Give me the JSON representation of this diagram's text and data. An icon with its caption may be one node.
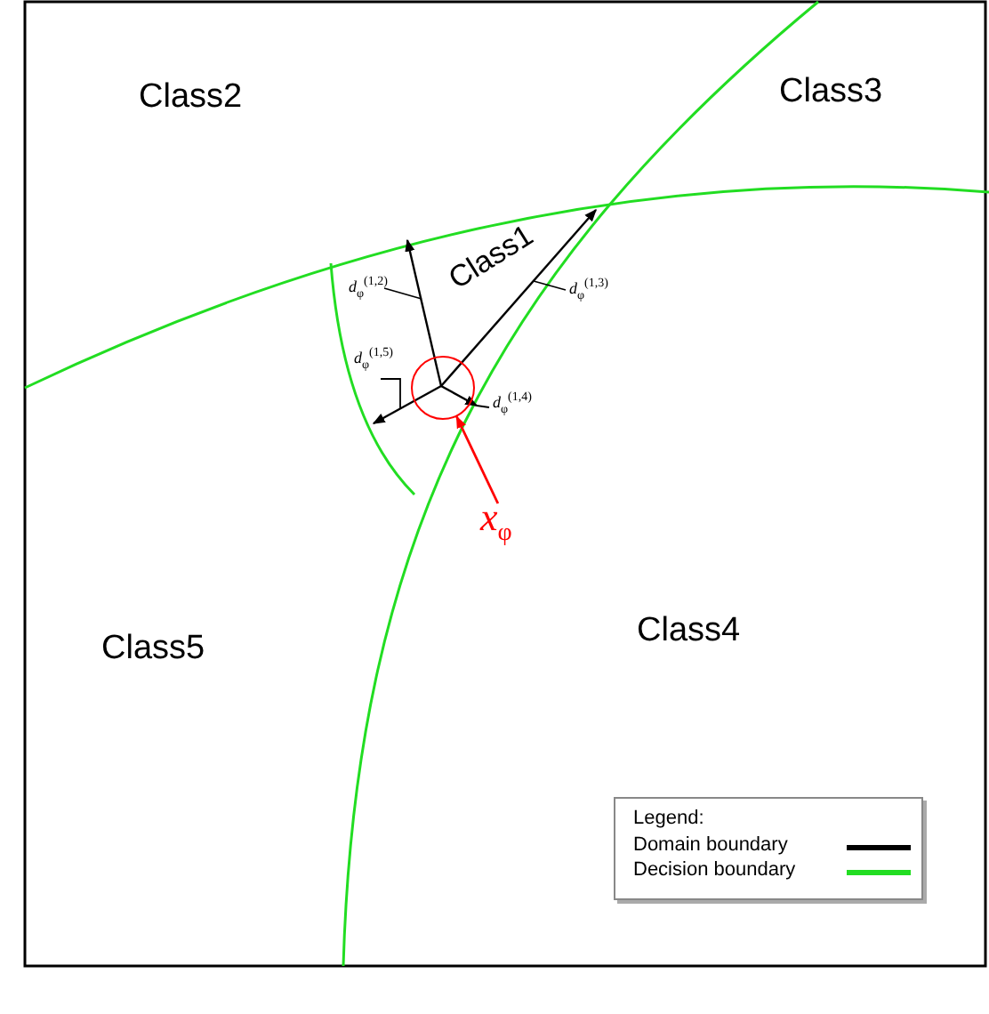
{
  "diagram": {
    "nodes": [
      {
        "text": [],
        "shape": "circle"
      },
      {
        "text": [
          "*x*$_{φ}$"
        ]
      }
    ],
    "edges": [
      {
        "from": 1,
        "to": 0,
        "arrow": "to",
        "color": "#ff0000"
      }
    ],
    "labels": [
      "Class2",
      "Class3",
      "Class1",
      "*d*$_{φ}$$^{(1,2)}$",
      "*d*$_{φ}$$^{(1,3)}$",
      "*d*$_{φ}$$^{(1,5)}$",
      "*d*$_{φ}$$^{(1,4)}$",
      "Class5",
      "Class4",
      "Legend:"
    ],
    "legend": [
      {
        "text": "Domain boundary"
      },
      {
        "text": "Decision boundary"
      }
    ]
  }
}
